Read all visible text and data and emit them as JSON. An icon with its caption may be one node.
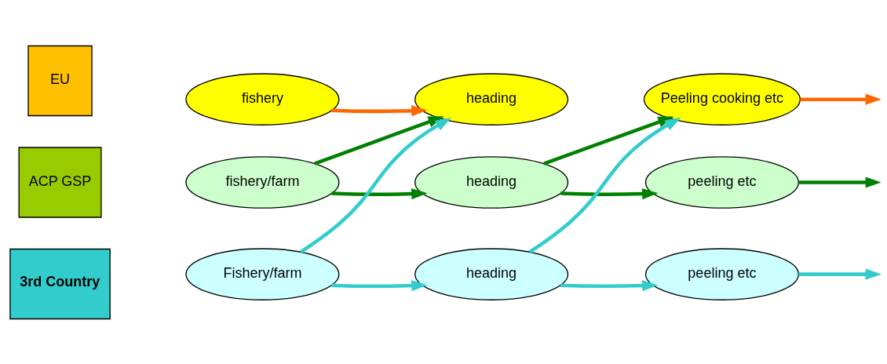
{
  "diagram": {
    "nodes": [
      {
        "text": [
          "EU"
        ]
      },
      {
        "text": [
          "fishery"
        ]
      },
      {
        "text": [
          "heading"
        ]
      },
      {
        "text": [
          "Peeling cooking etc"
        ]
      },
      {
        "text": [
          "ACP GSP"
        ]
      },
      {
        "text": [
          "fishery/farm"
        ]
      },
      {
        "text": [
          "heading"
        ]
      },
      {
        "text": [
          "peeling etc"
        ]
      },
      {
        "text": [
          "3rd Country"
        ]
      },
      {
        "text": [
          "Fishery/farm"
        ]
      },
      {
        "text": [
          "heading"
        ]
      },
      {
        "text": [
          "peeling etc"
        ]
      }
    ],
    "edges": [
      {
        "from": 1,
        "to": 2,
        "arrow": "to",
        "color": "#ff6600"
      },
      {
        "from": 3,
        "to": null,
        "arrow": "to",
        "color": "#ff6600"
      },
      {
        "from": 5,
        "to": 2,
        "arrow": "to",
        "color": "#008000"
      },
      {
        "from": 5,
        "to": 6,
        "arrow": "to",
        "color": "#008000"
      },
      {
        "from": 6,
        "to": 3,
        "arrow": "to",
        "color": "#008000"
      },
      {
        "from": 6,
        "to": 7,
        "arrow": "to",
        "color": "#008000"
      },
      {
        "from": 7,
        "to": null,
        "arrow": "to",
        "color": "#008000"
      },
      {
        "from": 9,
        "to": 2,
        "arrow": "to",
        "color": "#33cccc"
      },
      {
        "from": 9,
        "to": 10,
        "arrow": "to",
        "color": "#33cccc"
      },
      {
        "from": 10,
        "to": 3,
        "arrow": "to",
        "color": "#33cccc"
      },
      {
        "from": 10,
        "to": 11,
        "arrow": "to",
        "color": "#33cccc"
      },
      {
        "from": 11,
        "to": null,
        "arrow": "to",
        "color": "#33cccc"
      }
    ]
  }
}
